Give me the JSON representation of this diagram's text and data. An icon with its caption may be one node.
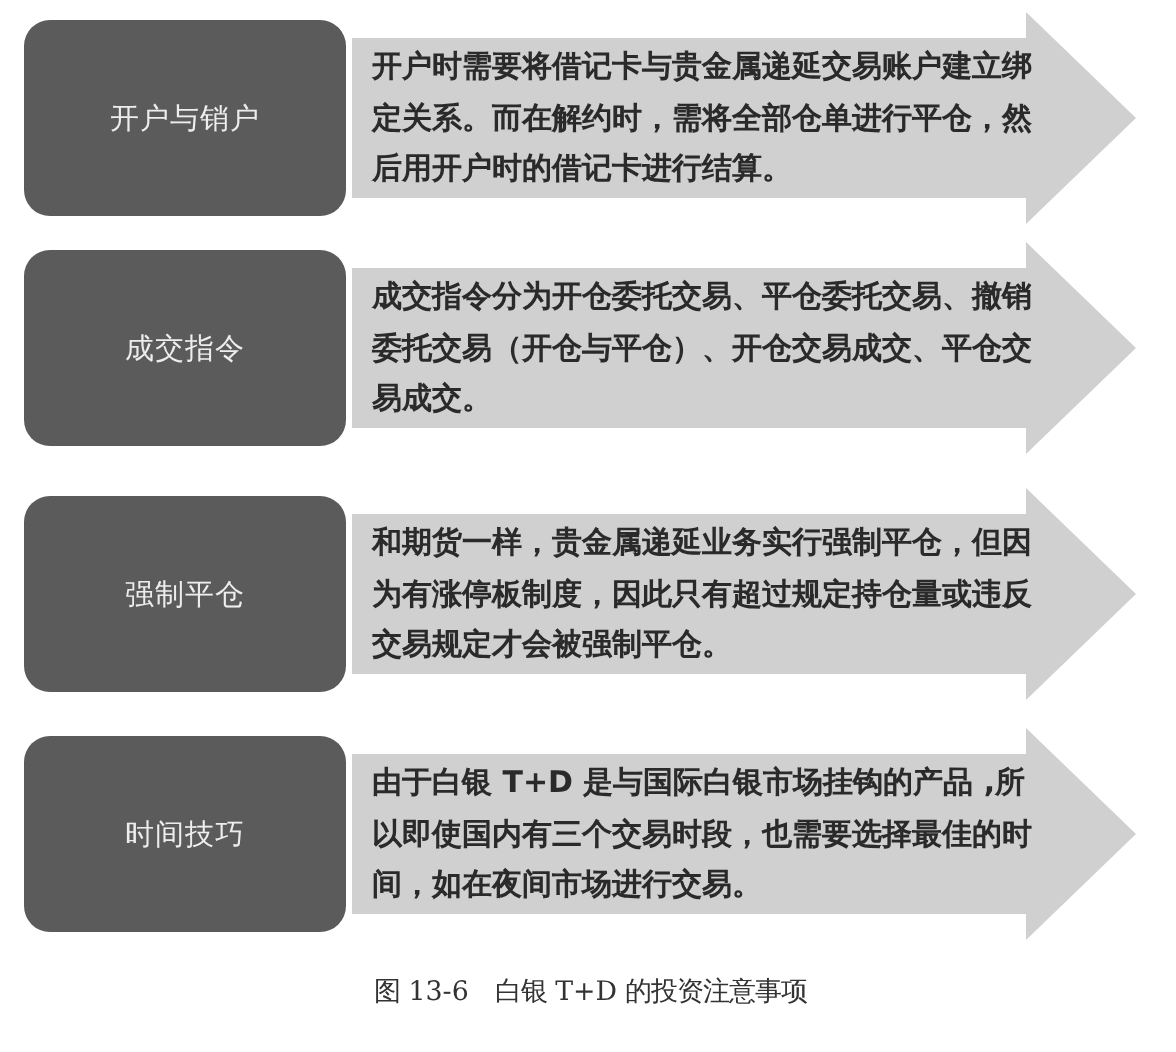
{
  "diagram": {
    "caption": "图 13-6　白银 T+D 的投资注意事项",
    "nodes": [
      {
        "text": [
          "开户与销户"
        ]
      },
      {
        "text": [
          "开户时需要将借记卡与贵金属递延交易账户建立绑定关系。而在解约时，需将全部仓单进行平仓，然后用开户时的借记卡进行结算。"
        ]
      },
      {
        "text": [
          "成交指令"
        ]
      },
      {
        "text": [
          "成交指令分为开仓委托交易、平仓委托交易、撤销委托交易（开仓与平仓）、开仓交易成交、平仓交易成交。"
        ]
      },
      {
        "text": [
          "强制平仓"
        ]
      },
      {
        "text": [
          "和期货一样，贵金属递延业务实行强制平仓，但因为有涨停板制度，因此只有超过规定持仓量或违反交易规定才会被强制平仓。"
        ]
      },
      {
        "text": [
          "时间技巧"
        ]
      },
      {
        "text": [
          "由于白银 T+D 是与国际白银市场挂钩的产品 ,所以即使国内有三个交易时段，也需要选择最佳的时间，如在夜间市场进行交易。"
        ]
      }
    ]
  }
}
